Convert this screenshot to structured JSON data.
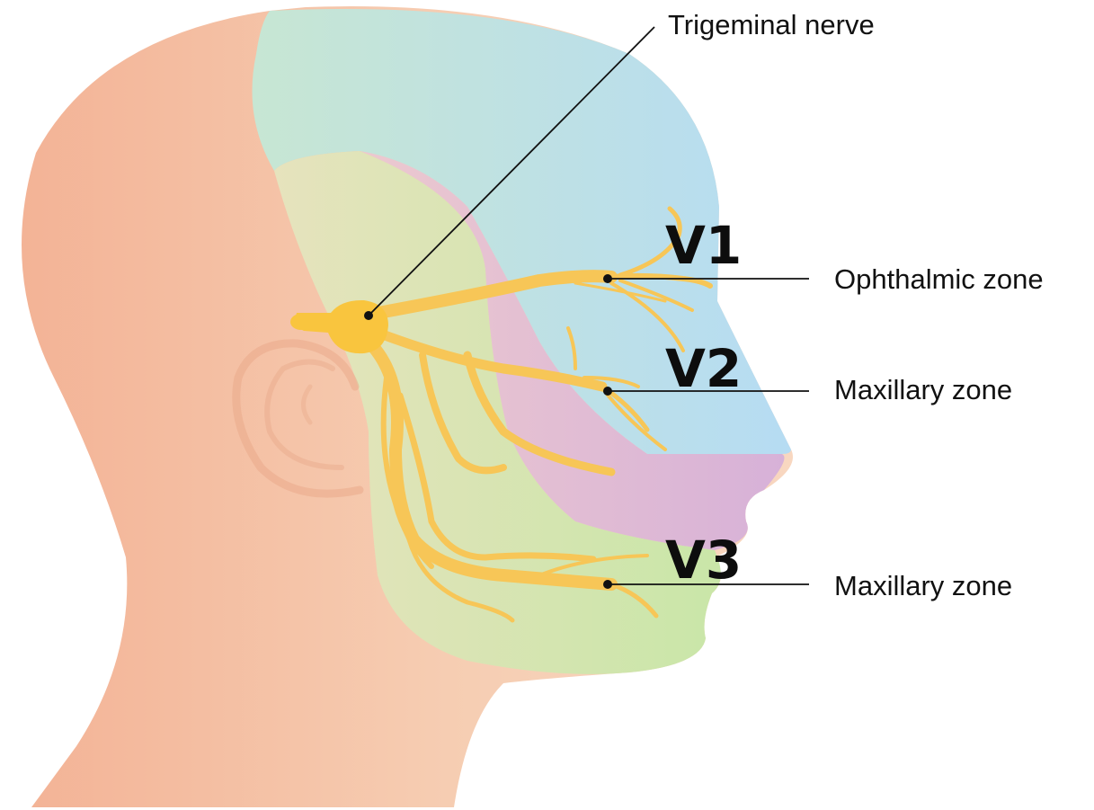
{
  "diagram": {
    "labels": {
      "trigeminal": "Trigeminal nerve",
      "v1_name": "Ophthalmic zone",
      "v2_name": "Maxillary zone",
      "v3_name": "Maxillary zone"
    },
    "branches": {
      "v1": "V1",
      "v2": "V2",
      "v3": "V3"
    },
    "colors": {
      "skin": "#f5c4a8",
      "ophthalmic_zone": "#b9dff2",
      "maxillary_zone": "#dcb6d6",
      "mandibular_zone": "#cfe4b0",
      "nerve": "#f7c657",
      "ganglion": "#f9c53e"
    }
  }
}
